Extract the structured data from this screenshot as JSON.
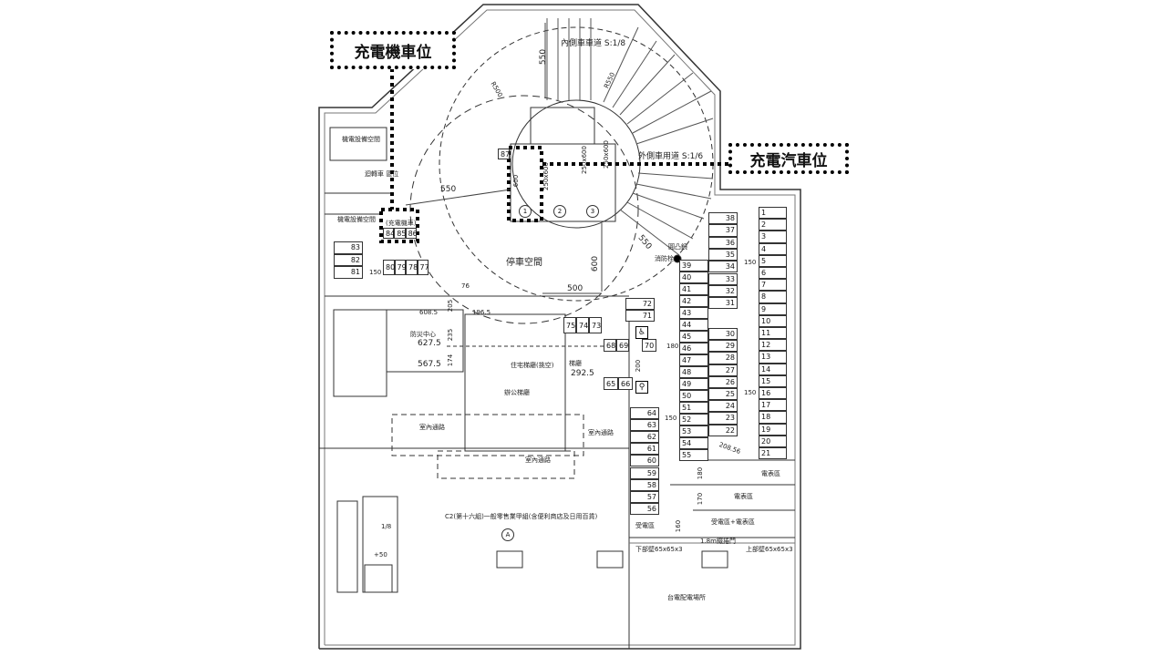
{
  "callouts": {
    "scooter_charging": "充電機車位",
    "car_charging": "充電汽車位"
  },
  "labels": {
    "parking_space": "停車空間",
    "disaster_center": "防災中心",
    "disaster_center_dim": "627.5",
    "note_567": "567.5",
    "residential_lobby": "住宅梯廳(挑空)",
    "office_lobby": "辦公梯廳",
    "corridor": "梯廳",
    "corridor_dim": "292.5",
    "retail": "C2(第十六組)一般零售業甲組(含便利商店及日用百貨)",
    "retail_mark": "A",
    "taipower": "台電配電場所",
    "meter_room_1": "電表區",
    "meter_room_2": "電表區",
    "power_meter": "受電區+電表區",
    "power_room": "受電區",
    "lower_beam": "下部壁65x65x3",
    "upper_beam": "上部壁65x65x3",
    "shutter": "1.8m鐵捲門",
    "inner_ramp": "內側車車道 S:1/8",
    "outer_ramp": "外側車用道 S:1/6",
    "scooter_charging_room": "(充電機車)",
    "machine_room_1": "機電設備空間",
    "machine_room_2": "機電設備空間",
    "turntable": "迴轉車 區位",
    "indoor_passage_1": "室內通路",
    "indoor_passage_2": "室內通路",
    "indoor_passage_3": "室內通路",
    "fire_hydrant": "消防栓",
    "mirror": "圓凸鏡",
    "ramp_slope": "1/8",
    "ramp_level": "+50"
  },
  "dimensions": [
    "550",
    "550",
    "550",
    "500",
    "600",
    "608.5",
    "196.5",
    "150",
    "150",
    "150",
    "150",
    "180",
    "200",
    "180",
    "170",
    "160",
    "208.56",
    "R500",
    "R550",
    "250x600",
    "250x600",
    "250x600",
    "76",
    "600",
    "205",
    "235",
    "174"
  ],
  "pavilion_stalls": [
    "1",
    "2",
    "3"
  ],
  "stall_groups": [
    {
      "name": "col-38-31",
      "numbers": [
        "38",
        "37",
        "36",
        "35",
        "34",
        "33",
        "32",
        "31"
      ]
    },
    {
      "name": "col-39-55",
      "numbers": [
        "39",
        "40",
        "41",
        "42",
        "43",
        "44",
        "45",
        "46",
        "47",
        "48",
        "49",
        "50",
        "51",
        "52",
        "53",
        "54",
        "55"
      ]
    },
    {
      "name": "col-1-21",
      "numbers": [
        "1",
        "2",
        "3",
        "4",
        "5",
        "6",
        "7",
        "8",
        "9",
        "10",
        "11",
        "12",
        "13",
        "14",
        "15",
        "16",
        "17",
        "18",
        "19",
        "20",
        "21"
      ]
    },
    {
      "name": "col-30-22",
      "numbers": [
        "30",
        "29",
        "28",
        "27",
        "26",
        "25",
        "24",
        "23",
        "22"
      ]
    },
    {
      "name": "col-64-56",
      "numbers": [
        "64",
        "63",
        "62",
        "61",
        "60",
        "59",
        "58",
        "57",
        "56"
      ]
    },
    {
      "name": "col-72-71",
      "numbers": [
        "72",
        "71"
      ]
    },
    {
      "name": "col-83-81",
      "numbers": [
        "83",
        "82",
        "81"
      ]
    },
    {
      "name": "row-80-77",
      "numbers": [
        "80",
        "79",
        "78",
        "77"
      ]
    },
    {
      "name": "row-84-86",
      "numbers": [
        "84",
        "85",
        "86"
      ]
    },
    {
      "name": "row-75-73",
      "numbers": [
        "75",
        "74",
        "73"
      ]
    },
    {
      "name": "row-68-69",
      "numbers": [
        "68",
        "69"
      ]
    },
    {
      "name": "single-70",
      "numbers": [
        "70"
      ]
    },
    {
      "name": "single-65-66",
      "numbers": [
        "65",
        "66"
      ]
    },
    {
      "name": "single-87",
      "numbers": [
        "87"
      ]
    }
  ],
  "icons": {
    "accessible": "wheelchair-icon",
    "family": "family-parking-icon"
  }
}
